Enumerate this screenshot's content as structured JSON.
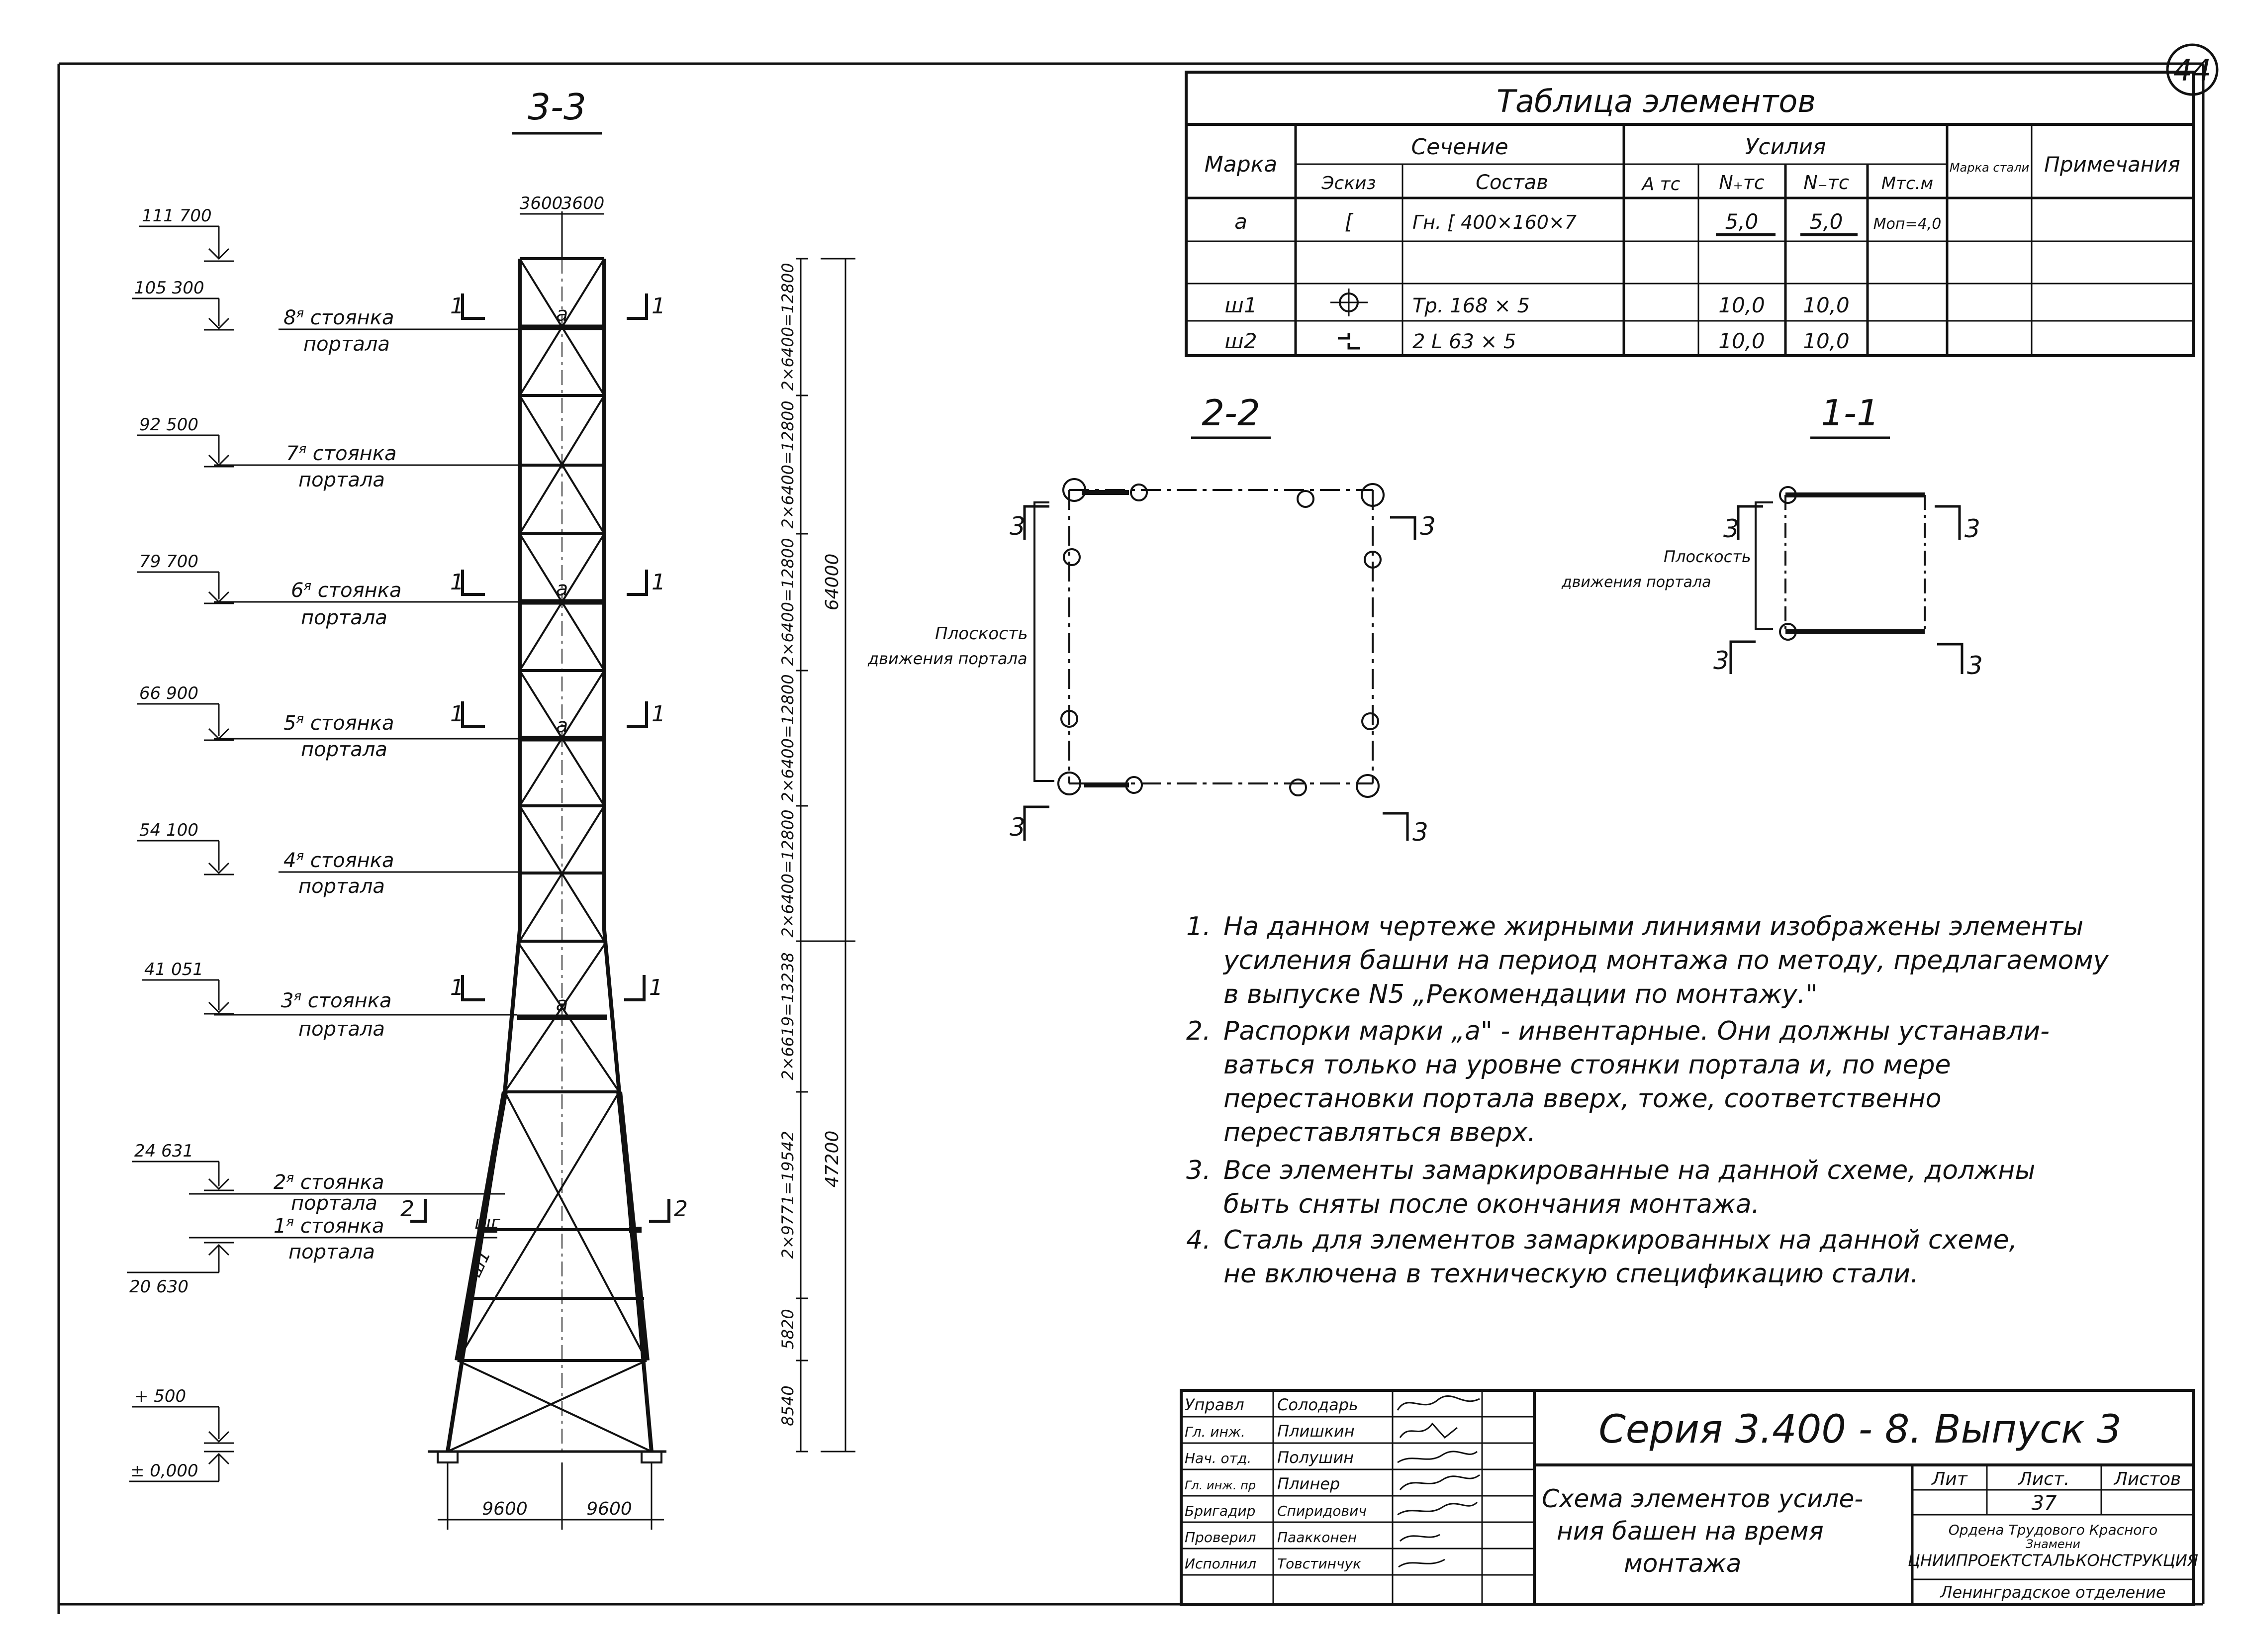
{
  "sheet": {
    "page_number": "44"
  },
  "section_3_3": {
    "title": "3-3",
    "top_dims": [
      "3600",
      "3600"
    ],
    "bottom_dims": [
      "9600",
      "9600"
    ],
    "levels": [
      {
        "elev": "111 700"
      },
      {
        "elev": "105 300",
        "line1": "8",
        "sup": "я",
        "line1b": " стоянка",
        "line2": "портала"
      },
      {
        "elev": "92 500",
        "line1": "7",
        "sup": "я",
        "line1b": " стоянка",
        "line2": "портала"
      },
      {
        "elev": "79 700",
        "line1": "6",
        "sup": "я",
        "line1b": " стоянка",
        "line2": "портала"
      },
      {
        "elev": "66 900",
        "line1": "5",
        "sup": "я",
        "line1b": " стоянка",
        "line2": "портала"
      },
      {
        "elev": "54 100",
        "line1": "4",
        "sup": "я",
        "line1b": " стоянка",
        "line2": "портала"
      },
      {
        "elev": "41 051",
        "line1": "3",
        "sup": "я",
        "line1b": " стоянка",
        "line2": "портала"
      },
      {
        "elev": "24 631",
        "line1": "2",
        "sup": "я",
        "line1b": " стоянка",
        "line2": "портала"
      },
      {
        "elev": "20 630",
        "line1": "1",
        "sup": "я",
        "line1b": " стоянка",
        "line2": "портала"
      },
      {
        "elev": "+ 500"
      },
      {
        "elev": "± 0,000"
      }
    ],
    "panel_dims": [
      "2×6400=12800",
      "2×6400=12800",
      "2×6400=12800",
      "2×6400=12800",
      "2×6400=12800",
      "2×6619=13238",
      "2×9771=19542",
      "5820",
      "8540"
    ],
    "total_dims": [
      "64000",
      "47200"
    ],
    "cut_marks": [
      "1",
      "1",
      "1",
      "1",
      "1",
      "1",
      "1",
      "1",
      "2",
      "2"
    ],
    "element_marks": [
      "a",
      "a",
      "a",
      "a",
      "шг",
      "ш1"
    ]
  },
  "table": {
    "title": "Таблица элементов",
    "headers": {
      "marka": "Марка",
      "sechenie": "Сечение",
      "eskiz": "Эскиз",
      "sostav": "Состав",
      "usiliya": "Усилия",
      "a_tc": "A тс",
      "n_plus": "N₊тс",
      "n_minus": "N₋тс",
      "m_tcm": "Mтс.м",
      "marka_stali": "Марка стали",
      "primechaniya": "Примечания"
    },
    "rows": [
      {
        "marka": "a",
        "eskiz": "[",
        "sostav": "Гн. [ 400×160×7",
        "a_tc": "",
        "n_plus": "5,0",
        "n_minus": "5,0",
        "m_tcm": "Mоп=4,0"
      },
      {
        "marka": "",
        "eskiz": "",
        "sostav": "",
        "a_tc": "",
        "n_plus": "",
        "n_minus": "",
        "m_tcm": ""
      },
      {
        "marka": "ш1",
        "eskiz": "⊕",
        "sostav": "Тр. 168 × 5",
        "a_tc": "",
        "n_plus": "10,0",
        "n_minus": "10,0",
        "m_tcm": ""
      },
      {
        "marka": "ш2",
        "eskiz": "┐┘",
        "sostav": "2 L 63 × 5",
        "a_tc": "",
        "n_plus": "10,0",
        "n_minus": "10,0",
        "m_tcm": ""
      }
    ]
  },
  "section_2_2": {
    "title": "2-2",
    "label_line1": "Плоскость",
    "label_line2": "движения портала",
    "marks": [
      "3",
      "3",
      "3",
      "3"
    ]
  },
  "section_1_1": {
    "title": "1-1",
    "label_line1": "Плоскость",
    "label_line2": "движения портала",
    "marks": [
      "3",
      "3",
      "3",
      "3"
    ]
  },
  "notes": [
    {
      "num": "1.",
      "lines": [
        "На данном чертеже жирными линиями изображены элементы",
        "усиления башни на период монтажа по методу, предлагаемому",
        "в выпуске N5 „Рекомендации по монтажу.\""
      ]
    },
    {
      "num": "2.",
      "lines": [
        "Распорки марки „a\" - инвентарные. Они должны устанавли-",
        "ваться только на уровне стоянки портала и, по мере",
        "перестановки портала вверх, тоже, соответственно",
        "переставляться вверх."
      ]
    },
    {
      "num": "3.",
      "lines": [
        "Все элементы замаркированные на данной схеме, должны",
        "быть сняты после окончания монтажа."
      ]
    },
    {
      "num": "4.",
      "lines": [
        "Сталь для элементов замаркированных на данной схеме,",
        "не включена в техническую спецификацию стали."
      ]
    }
  ],
  "title_block": {
    "series": "Серия  3.400 - 8.   Выпуск 3",
    "drawing_title": [
      "Схема элементов усиле-",
      "ния башен на время",
      "монтажа"
    ],
    "lit_label": "Лит",
    "list_label": "Лист.",
    "listov_label": "Листов",
    "list_value": "37",
    "org": [
      "Ордена Трудового Красного",
      "Знамени",
      "ЦНИИПРОЕКТСТАЛЬКОНСТРУКЦИЯ"
    ],
    "branch": "Ленинградское отделение",
    "staff": [
      {
        "role": "Управл",
        "name": "Солодарь"
      },
      {
        "role": "Гл. инж.",
        "name": "Плишкин"
      },
      {
        "role": "Нач. отд.",
        "name": "Полушин"
      },
      {
        "role": "Гл. инж. пр",
        "name": "Плинер"
      },
      {
        "role": "Бригадир",
        "name": "Спиридович"
      },
      {
        "role": "Проверил",
        "name": "Паакконен"
      },
      {
        "role": "Исполнил",
        "name": "Товстинчук"
      }
    ]
  }
}
